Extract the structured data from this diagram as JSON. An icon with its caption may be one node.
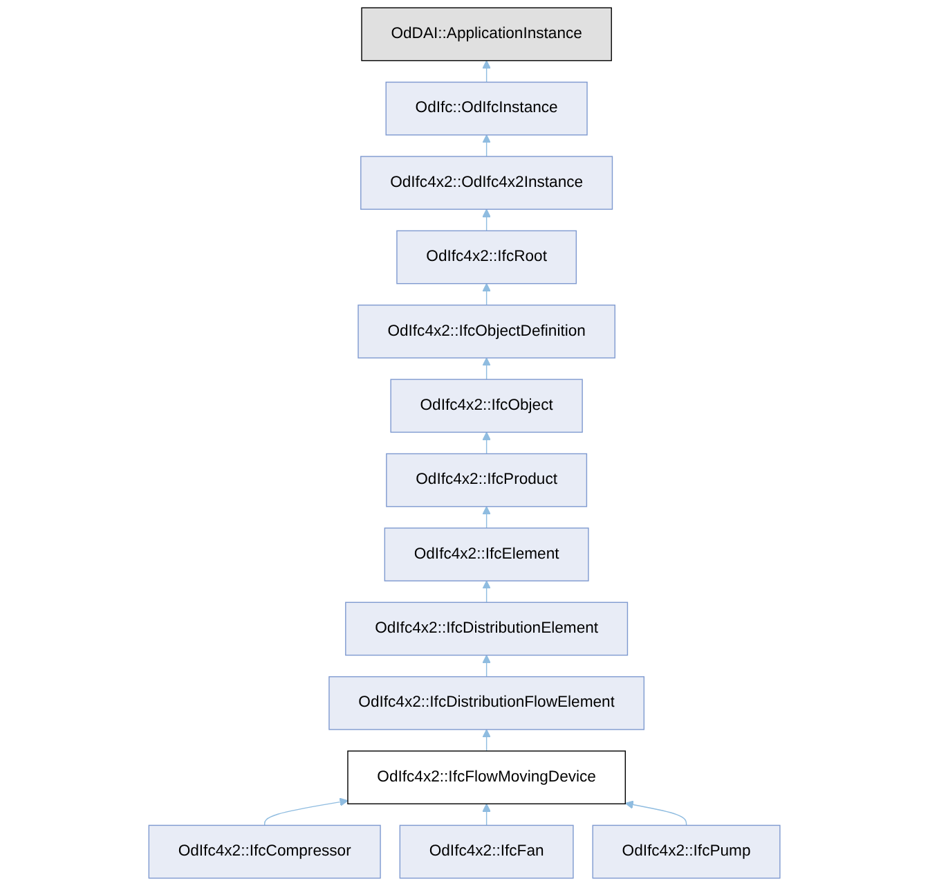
{
  "diagram": {
    "nodes": [
      {
        "text": [
          "OdDAI::ApplicationInstance"
        ]
      },
      {
        "text": [
          "OdIfc::OdIfcInstance"
        ]
      },
      {
        "text": [
          "OdIfc4x2::OdIfc4x2Instance"
        ]
      },
      {
        "text": [
          "OdIfc4x2::IfcRoot"
        ]
      },
      {
        "text": [
          "OdIfc4x2::IfcObjectDefinition"
        ]
      },
      {
        "text": [
          "OdIfc4x2::IfcObject"
        ]
      },
      {
        "text": [
          "OdIfc4x2::IfcProduct"
        ]
      },
      {
        "text": [
          "OdIfc4x2::IfcElement"
        ]
      },
      {
        "text": [
          "OdIfc4x2::IfcDistributionElement"
        ]
      },
      {
        "text": [
          "OdIfc4x2::IfcDistributionFlowElement"
        ]
      },
      {
        "text": [
          "OdIfc4x2::IfcFlowMovingDevice"
        ]
      },
      {
        "text": [
          "OdIfc4x2::IfcCompressor"
        ]
      },
      {
        "text": [
          "OdIfc4x2::IfcFan"
        ]
      },
      {
        "text": [
          "OdIfc4x2::IfcPump"
        ]
      }
    ],
    "edges": [
      {
        "from": 1,
        "to": 0,
        "arrow": "to"
      },
      {
        "from": 2,
        "to": 1,
        "arrow": "to"
      },
      {
        "from": 3,
        "to": 2,
        "arrow": "to"
      },
      {
        "from": 4,
        "to": 3,
        "arrow": "to"
      },
      {
        "from": 5,
        "to": 4,
        "arrow": "to"
      },
      {
        "from": 6,
        "to": 5,
        "arrow": "to"
      },
      {
        "from": 7,
        "to": 6,
        "arrow": "to"
      },
      {
        "from": 8,
        "to": 7,
        "arrow": "to"
      },
      {
        "from": 9,
        "to": 8,
        "arrow": "to"
      },
      {
        "from": 10,
        "to": 9,
        "arrow": "to"
      },
      {
        "from": 11,
        "to": 10,
        "arrow": "to"
      },
      {
        "from": 12,
        "to": 10,
        "arrow": "to"
      },
      {
        "from": 13,
        "to": 10,
        "arrow": "to"
      }
    ]
  }
}
